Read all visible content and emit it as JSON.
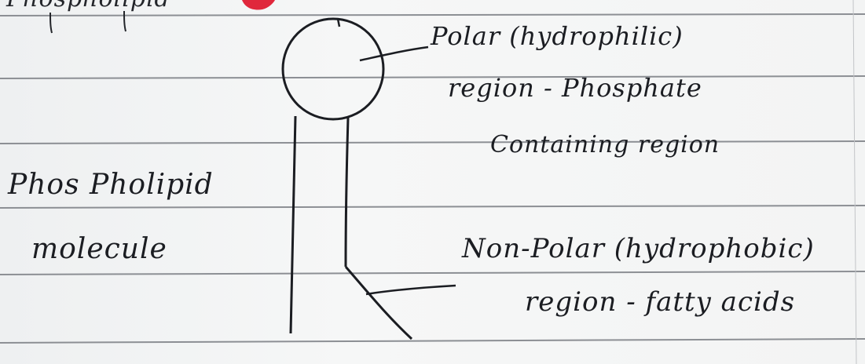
{
  "note": {
    "top_scrap": "Phospholipid",
    "polar_label": {
      "line1": "Polar (hydrophilic)",
      "line2": "region - Phosphate",
      "line3": "Containing region"
    },
    "molecule_label": {
      "line1": "Phos Pholipid",
      "line2": "molecule"
    },
    "nonpolar_label": {
      "line1": "Non-Polar (hydrophobic)",
      "line2": "region - fatty acids"
    }
  },
  "colors": {
    "paper": "#f3f4f5",
    "ink": "#1b1d22",
    "ruled_line": "#8c8f94",
    "red_mark": "#e0283c"
  }
}
